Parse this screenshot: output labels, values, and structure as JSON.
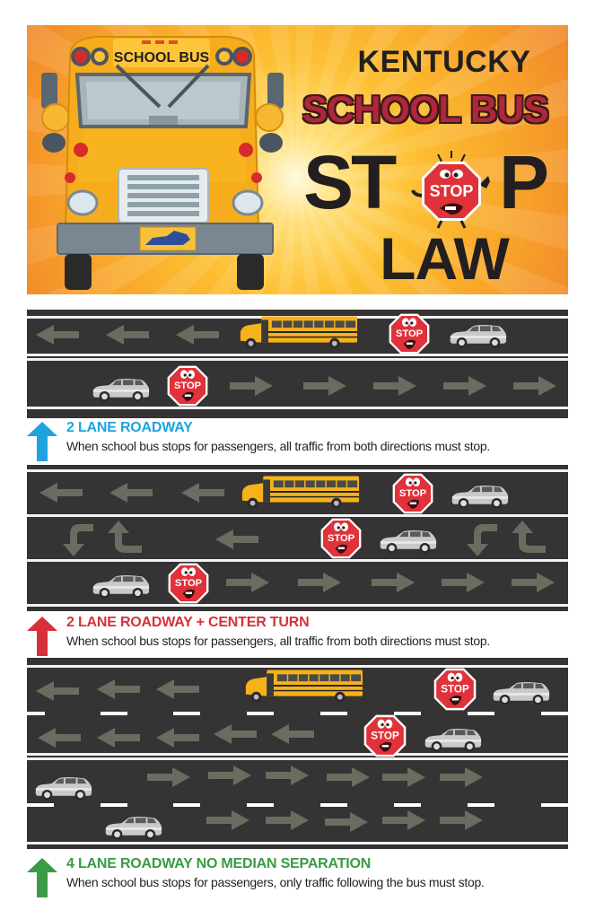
{
  "banner": {
    "bus_sign_label": "SCHOOL BUS",
    "title_line1": "KENTUCKY",
    "title_line2": "SCHOOL BUS",
    "title_line3_left": "ST",
    "title_line3_right": "P",
    "title_line3_sign": "STOP",
    "title_line4": "LAW",
    "colors": {
      "title_dark": "#231f20",
      "title_red": "#b0263a",
      "bg_orange": "#f8a52a",
      "bg_light": "#ffe07a"
    }
  },
  "stop_sign_label": "STOP",
  "sections": [
    {
      "id": "two-lane",
      "heading": "2 LANE ROADWAY",
      "description": "When school bus stops for passengers, all traffic from both directions must stop.",
      "accent_color": "#1ea3e0",
      "lanes": [
        {
          "direction": "left",
          "objects": [
            "arrow-left",
            "arrow-left",
            "arrow-left",
            "school-bus",
            "stop-sign",
            "car"
          ]
        },
        {
          "direction": "right",
          "objects": [
            "car",
            "stop-sign",
            "arrow-right",
            "arrow-right",
            "arrow-right",
            "arrow-right",
            "arrow-right"
          ]
        }
      ]
    },
    {
      "id": "two-lane-center-turn",
      "heading": "2 LANE ROADWAY + CENTER TURN",
      "description": "When school bus stops for passengers, all traffic from both directions must stop.",
      "accent_color": "#d6303a",
      "lanes": [
        {
          "direction": "left",
          "objects": [
            "arrow-left",
            "arrow-left",
            "arrow-left",
            "school-bus",
            "stop-sign",
            "car"
          ]
        },
        {
          "direction": "center-turn",
          "objects": [
            "turn-left-arrow",
            "turn-left-arrow-reverse",
            "arrow-left",
            "stop-sign",
            "car",
            "turn-left-arrow",
            "turn-left-arrow-reverse"
          ]
        },
        {
          "direction": "right",
          "objects": [
            "car",
            "stop-sign",
            "arrow-right",
            "arrow-right",
            "arrow-right",
            "arrow-right",
            "arrow-right"
          ]
        }
      ]
    },
    {
      "id": "four-lane-no-median",
      "heading": "4 LANE ROADWAY NO MEDIAN SEPARATION",
      "description": "When school bus stops for passengers, only traffic following the bus must stop.",
      "accent_color": "#3a9a45",
      "lanes": [
        {
          "direction": "left",
          "objects": [
            "arrow-left",
            "arrow-left",
            "arrow-left",
            "school-bus",
            "stop-sign",
            "car"
          ]
        },
        {
          "direction": "left",
          "objects": [
            "arrow-left",
            "arrow-left",
            "arrow-left",
            "arrow-left",
            "arrow-left",
            "stop-sign",
            "car"
          ]
        },
        {
          "direction": "right",
          "objects": [
            "car",
            "arrow-right",
            "arrow-right",
            "arrow-right",
            "arrow-right",
            "arrow-right",
            "arrow-right"
          ]
        },
        {
          "direction": "right",
          "objects": [
            "car",
            "arrow-right",
            "arrow-right",
            "arrow-right",
            "arrow-right",
            "arrow-right"
          ]
        }
      ]
    }
  ]
}
